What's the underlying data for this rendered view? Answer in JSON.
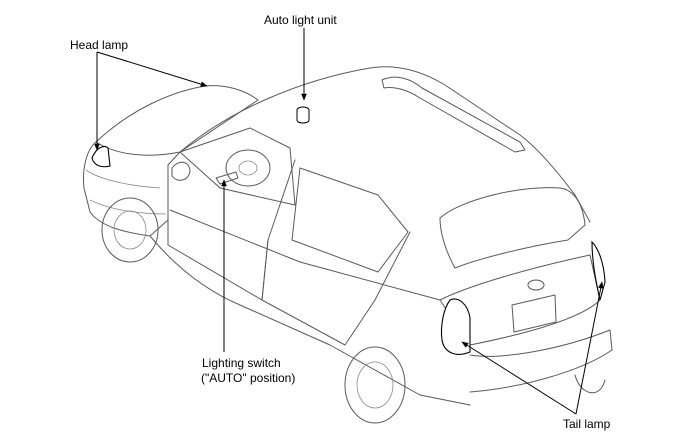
{
  "labels": {
    "head_lamp": "Head lamp",
    "auto_light_unit": "Auto light unit",
    "lighting_switch_line1": "Lighting switch",
    "lighting_switch_line2": "(\"AUTO\" position)",
    "tail_lamp": "Tail lamp"
  },
  "colors": {
    "line": "#000000",
    "car_outline": "#5a5a5a",
    "background": "#ffffff"
  },
  "icons": {
    "hyundai_emblem": "hyundai-logo-icon"
  }
}
